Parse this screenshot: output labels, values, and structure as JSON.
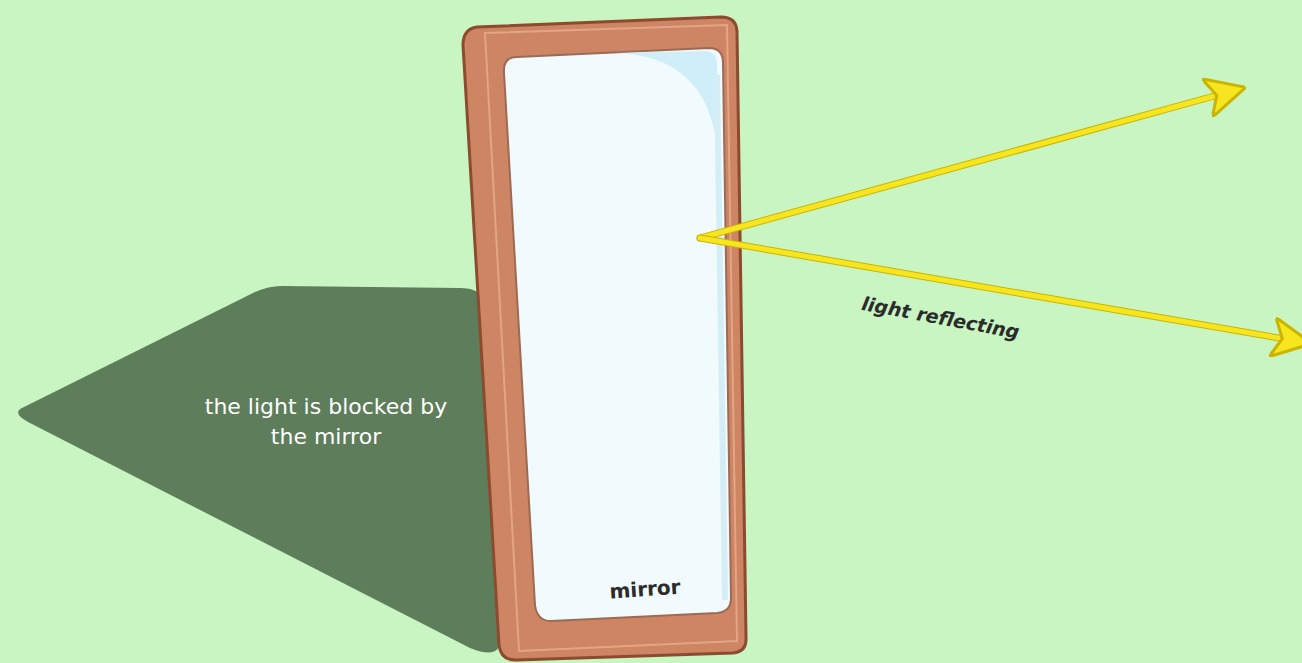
{
  "diagram": {
    "nodes": [
      {
        "text": [
          "the light is blocked by the mirror"
        ]
      },
      {
        "text": [
          "mirror"
        ]
      }
    ],
    "labels": [
      "light reflecting"
    ]
  }
}
